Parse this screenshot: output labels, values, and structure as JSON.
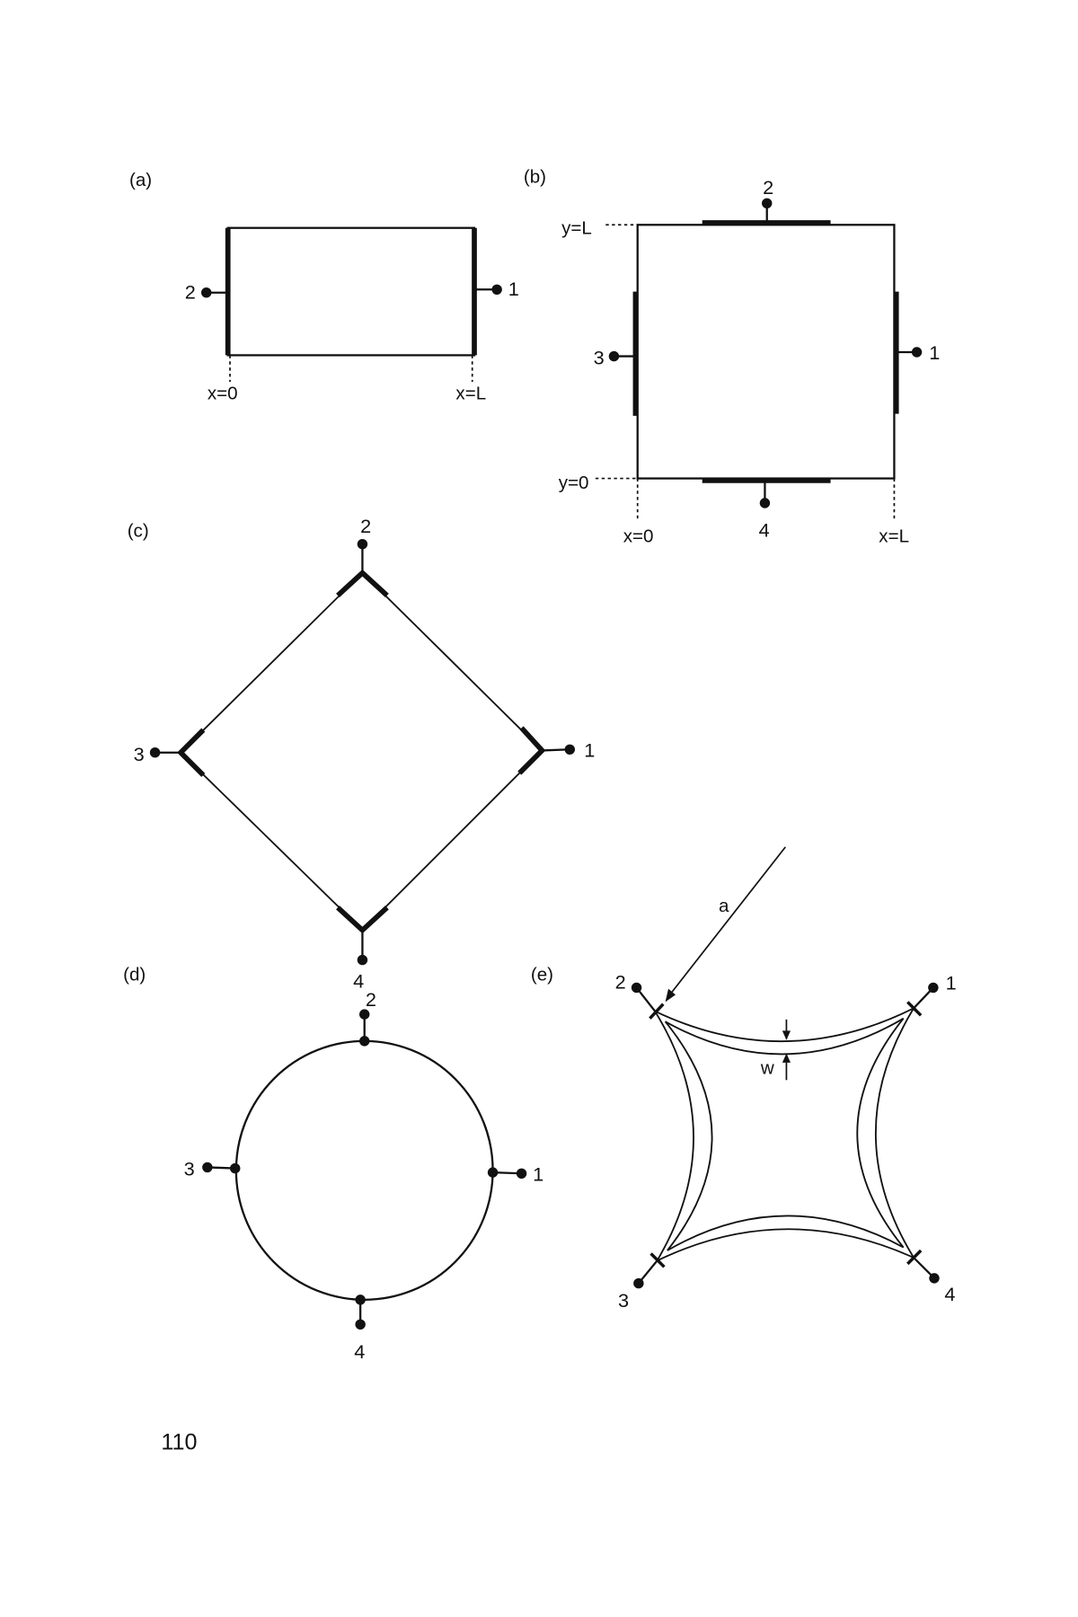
{
  "page_number": "110",
  "panels": {
    "a": {
      "label": "(a)",
      "terminals": [
        "1",
        "2"
      ],
      "x0": "x=0",
      "xL": "x=L"
    },
    "b": {
      "label": "(b)",
      "terminals": [
        "1",
        "2",
        "3",
        "4"
      ],
      "x0": "x=0",
      "xL": "x=L",
      "y0": "y=0",
      "yL": "y=L"
    },
    "c": {
      "label": "(c)",
      "terminals": [
        "1",
        "2",
        "3",
        "4"
      ]
    },
    "d": {
      "label": "(d)",
      "terminals": [
        "1",
        "2",
        "3",
        "4"
      ]
    },
    "e": {
      "label": "(e)",
      "terminals": [
        "1",
        "2",
        "3",
        "4"
      ],
      "radius_label": "a",
      "width_label": "w"
    }
  }
}
